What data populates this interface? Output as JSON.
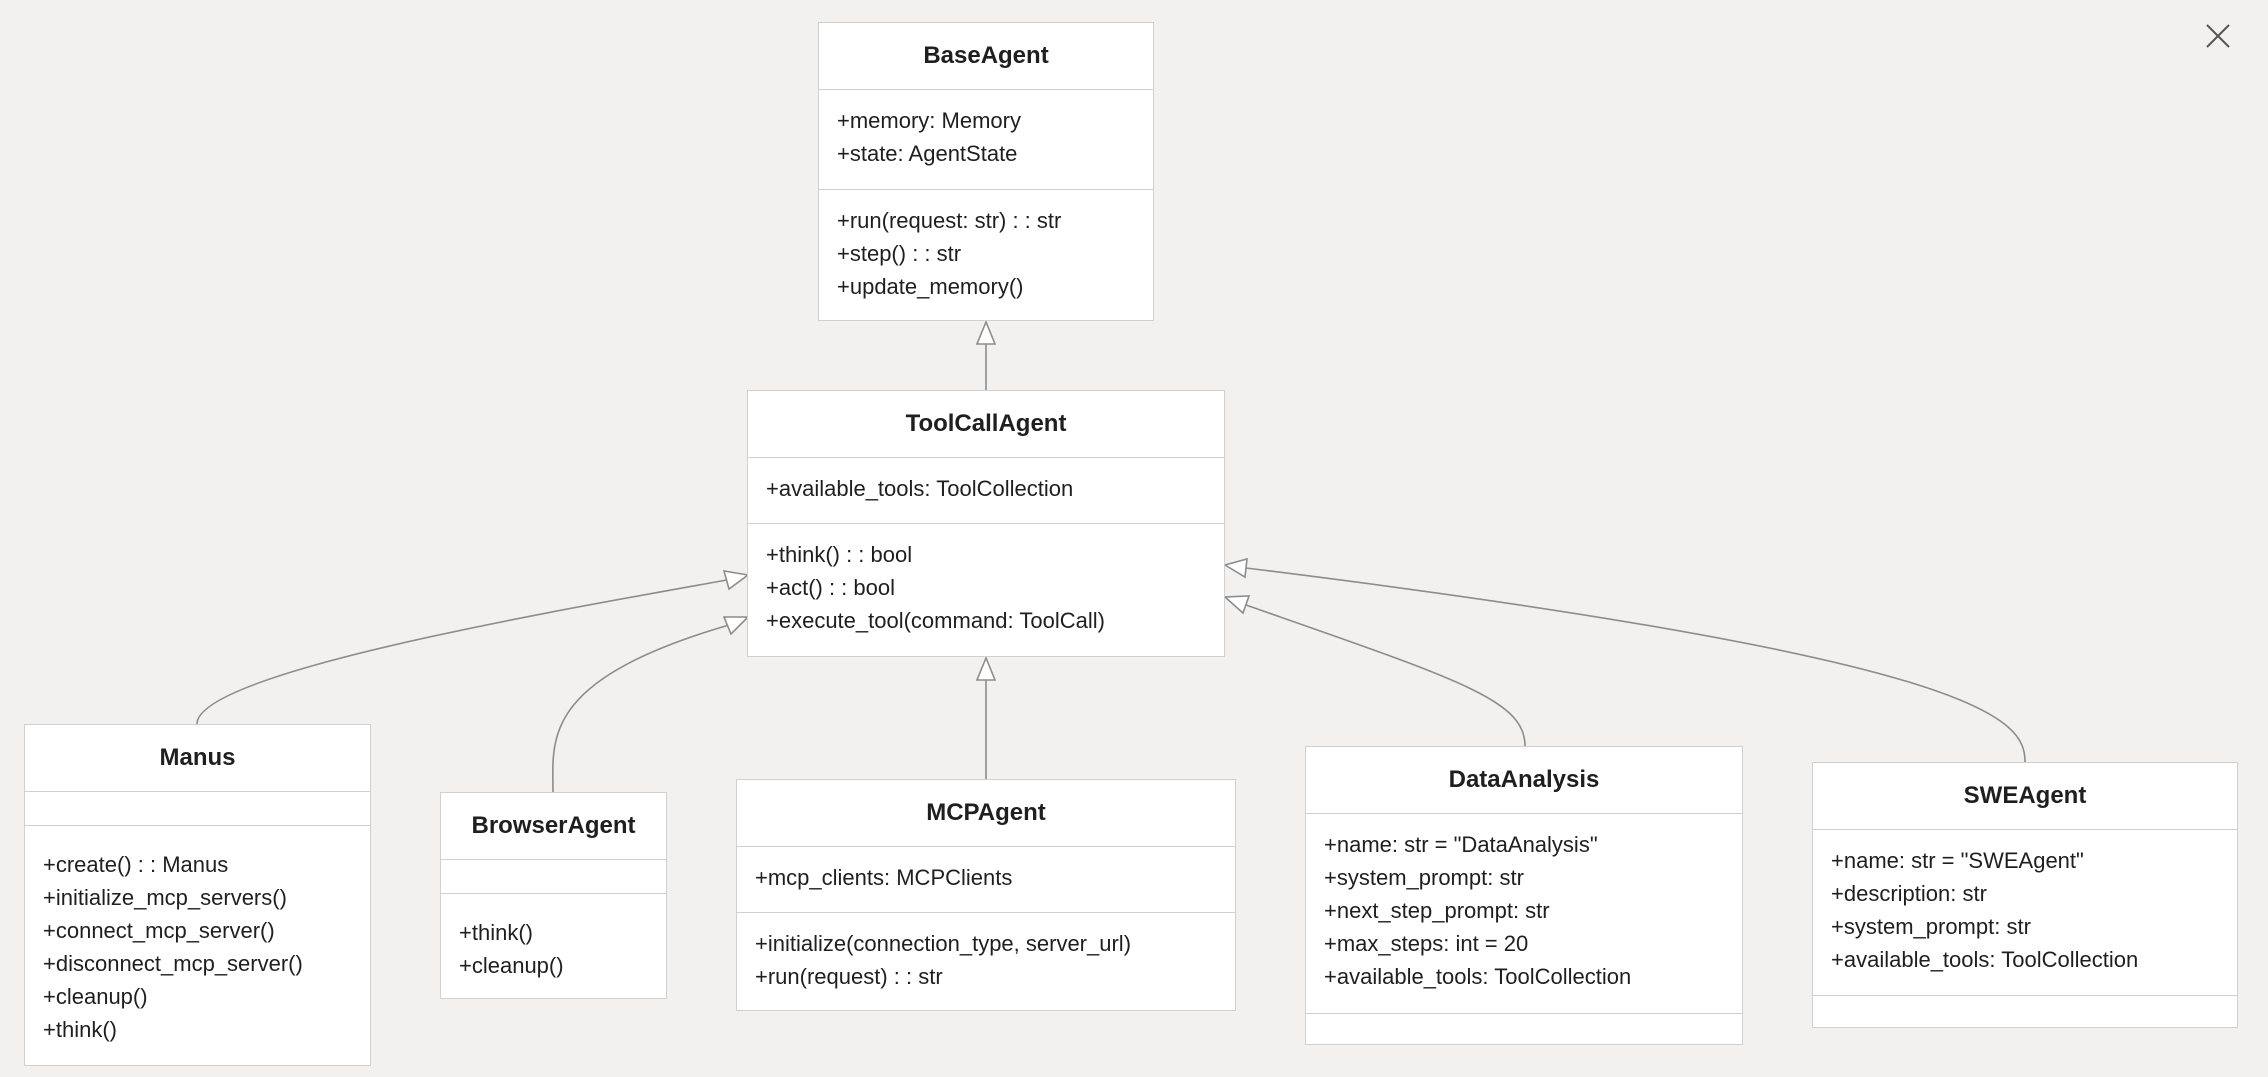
{
  "classes": {
    "base_agent": {
      "name": "BaseAgent",
      "attributes": [
        "+memory: Memory",
        "+state: AgentState"
      ],
      "methods": [
        "+run(request: str) : : str",
        "+step() : : str",
        "+update_memory()"
      ]
    },
    "tool_call_agent": {
      "name": "ToolCallAgent",
      "attributes": [
        "+available_tools: ToolCollection"
      ],
      "methods": [
        "+think() : : bool",
        "+act() : : bool",
        "+execute_tool(command: ToolCall)"
      ]
    },
    "manus": {
      "name": "Manus",
      "attributes": [],
      "methods": [
        "+create() : : Manus",
        "+initialize_mcp_servers()",
        "+connect_mcp_server()",
        "+disconnect_mcp_server()",
        "+cleanup()",
        "+think()"
      ]
    },
    "browser_agent": {
      "name": "BrowserAgent",
      "attributes": [],
      "methods": [
        "+think()",
        "+cleanup()"
      ]
    },
    "mcp_agent": {
      "name": "MCPAgent",
      "attributes": [
        "+mcp_clients: MCPClients"
      ],
      "methods": [
        "+initialize(connection_type, server_url)",
        "+run(request) : : str"
      ]
    },
    "data_analysis": {
      "name": "DataAnalysis",
      "attributes": [
        "+name: str = \"DataAnalysis\"",
        "+system_prompt: str",
        "+next_step_prompt: str",
        "+max_steps: int = 20",
        "+available_tools: ToolCollection"
      ],
      "methods": []
    },
    "swe_agent": {
      "name": "SWEAgent",
      "attributes": [
        "+name: str = \"SWEAgent\"",
        "+description: str",
        "+system_prompt: str",
        "+available_tools: ToolCollection"
      ],
      "methods": []
    }
  },
  "relations": [
    {
      "from": "tool_call_agent",
      "to": "base_agent",
      "type": "inheritance"
    },
    {
      "from": "manus",
      "to": "tool_call_agent",
      "type": "inheritance"
    },
    {
      "from": "browser_agent",
      "to": "tool_call_agent",
      "type": "inheritance"
    },
    {
      "from": "mcp_agent",
      "to": "tool_call_agent",
      "type": "inheritance"
    },
    {
      "from": "data_analysis",
      "to": "tool_call_agent",
      "type": "inheritance"
    },
    {
      "from": "swe_agent",
      "to": "tool_call_agent",
      "type": "inheritance"
    }
  ],
  "close_icon": "close-icon"
}
